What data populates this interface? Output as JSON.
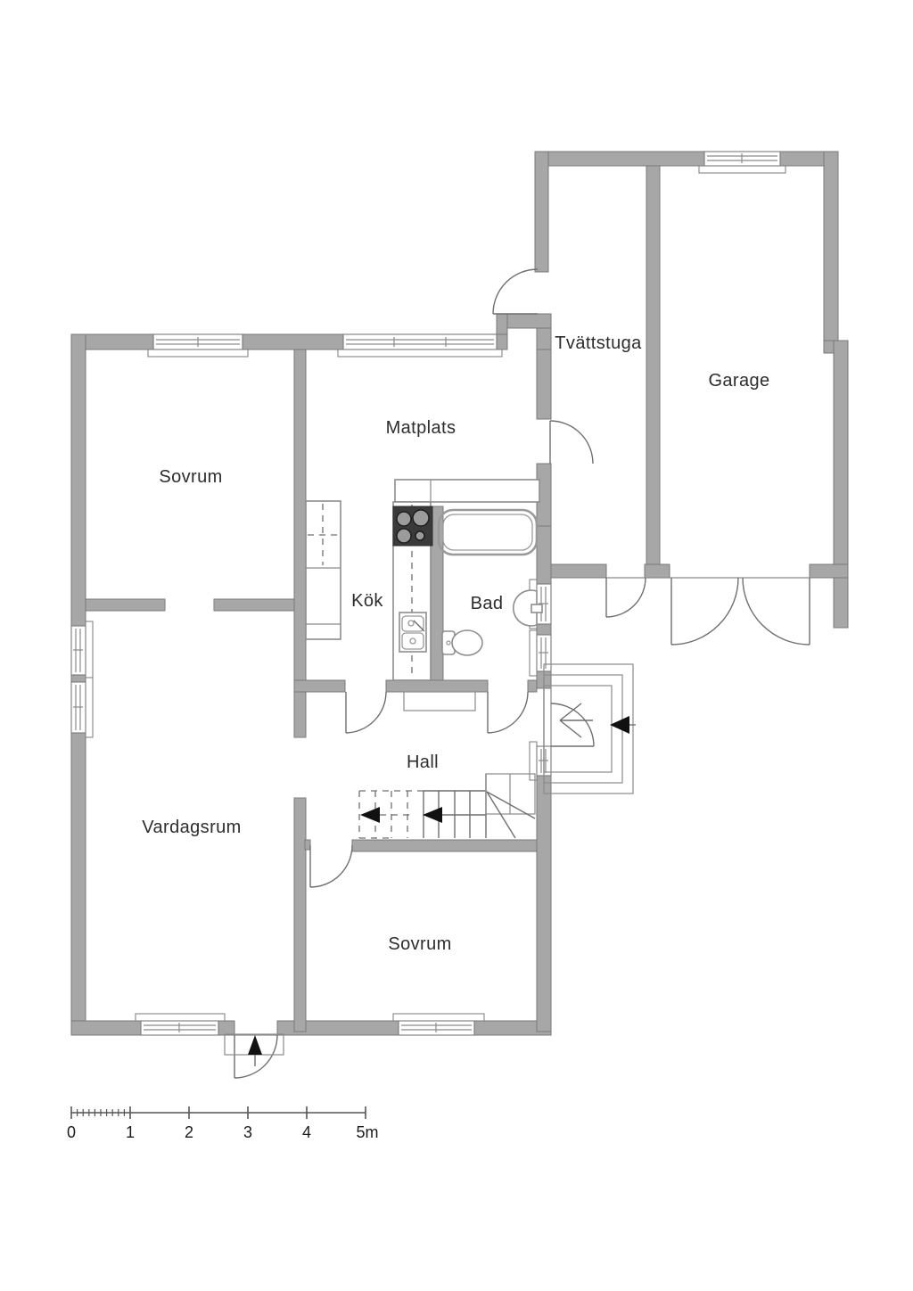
{
  "plan_type": "floor-plan",
  "rooms": {
    "sovrum_top": "Sovrum",
    "matplats": "Matplats",
    "tvattstuga": "Tvättstuga",
    "garage": "Garage",
    "kok": "Kök",
    "bad": "Bad",
    "hall": "Hall",
    "vardagsrum": "Vardagsrum",
    "sovrum_bottom": "Sovrum"
  },
  "scale_bar": {
    "labels": [
      "0",
      "1",
      "2",
      "3",
      "4",
      "5m"
    ],
    "meters_total": 5
  },
  "colors": {
    "wall": "#a7a7a7",
    "wall_edge": "#7a7a7a",
    "line": "#6f6f6f",
    "fixture_dark": "#3a3a3a",
    "text": "#2d2d2d",
    "background": "#ffffff"
  }
}
